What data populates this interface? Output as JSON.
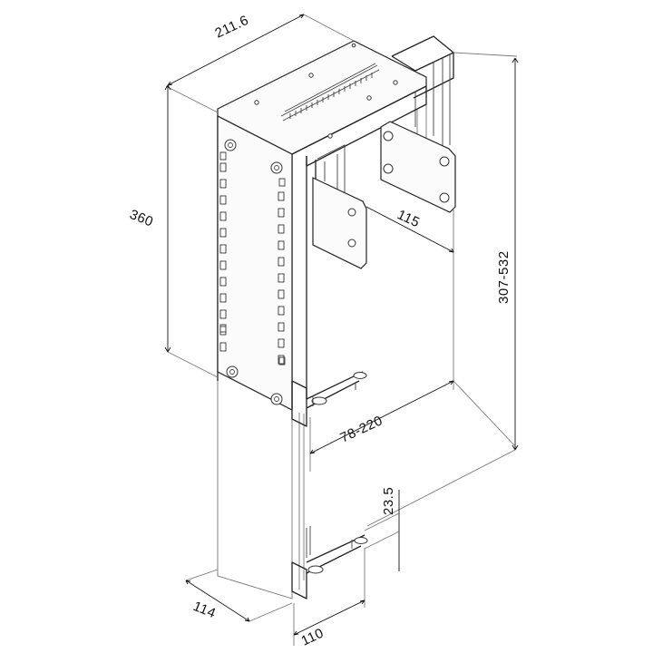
{
  "dimensions": {
    "top_width": "211.6",
    "height": "360",
    "mount_span": "115",
    "range_total": "307-532",
    "clamp_width": "78-220",
    "clamp_offset": "23.5",
    "depth": "114",
    "bottom_width": "110"
  }
}
